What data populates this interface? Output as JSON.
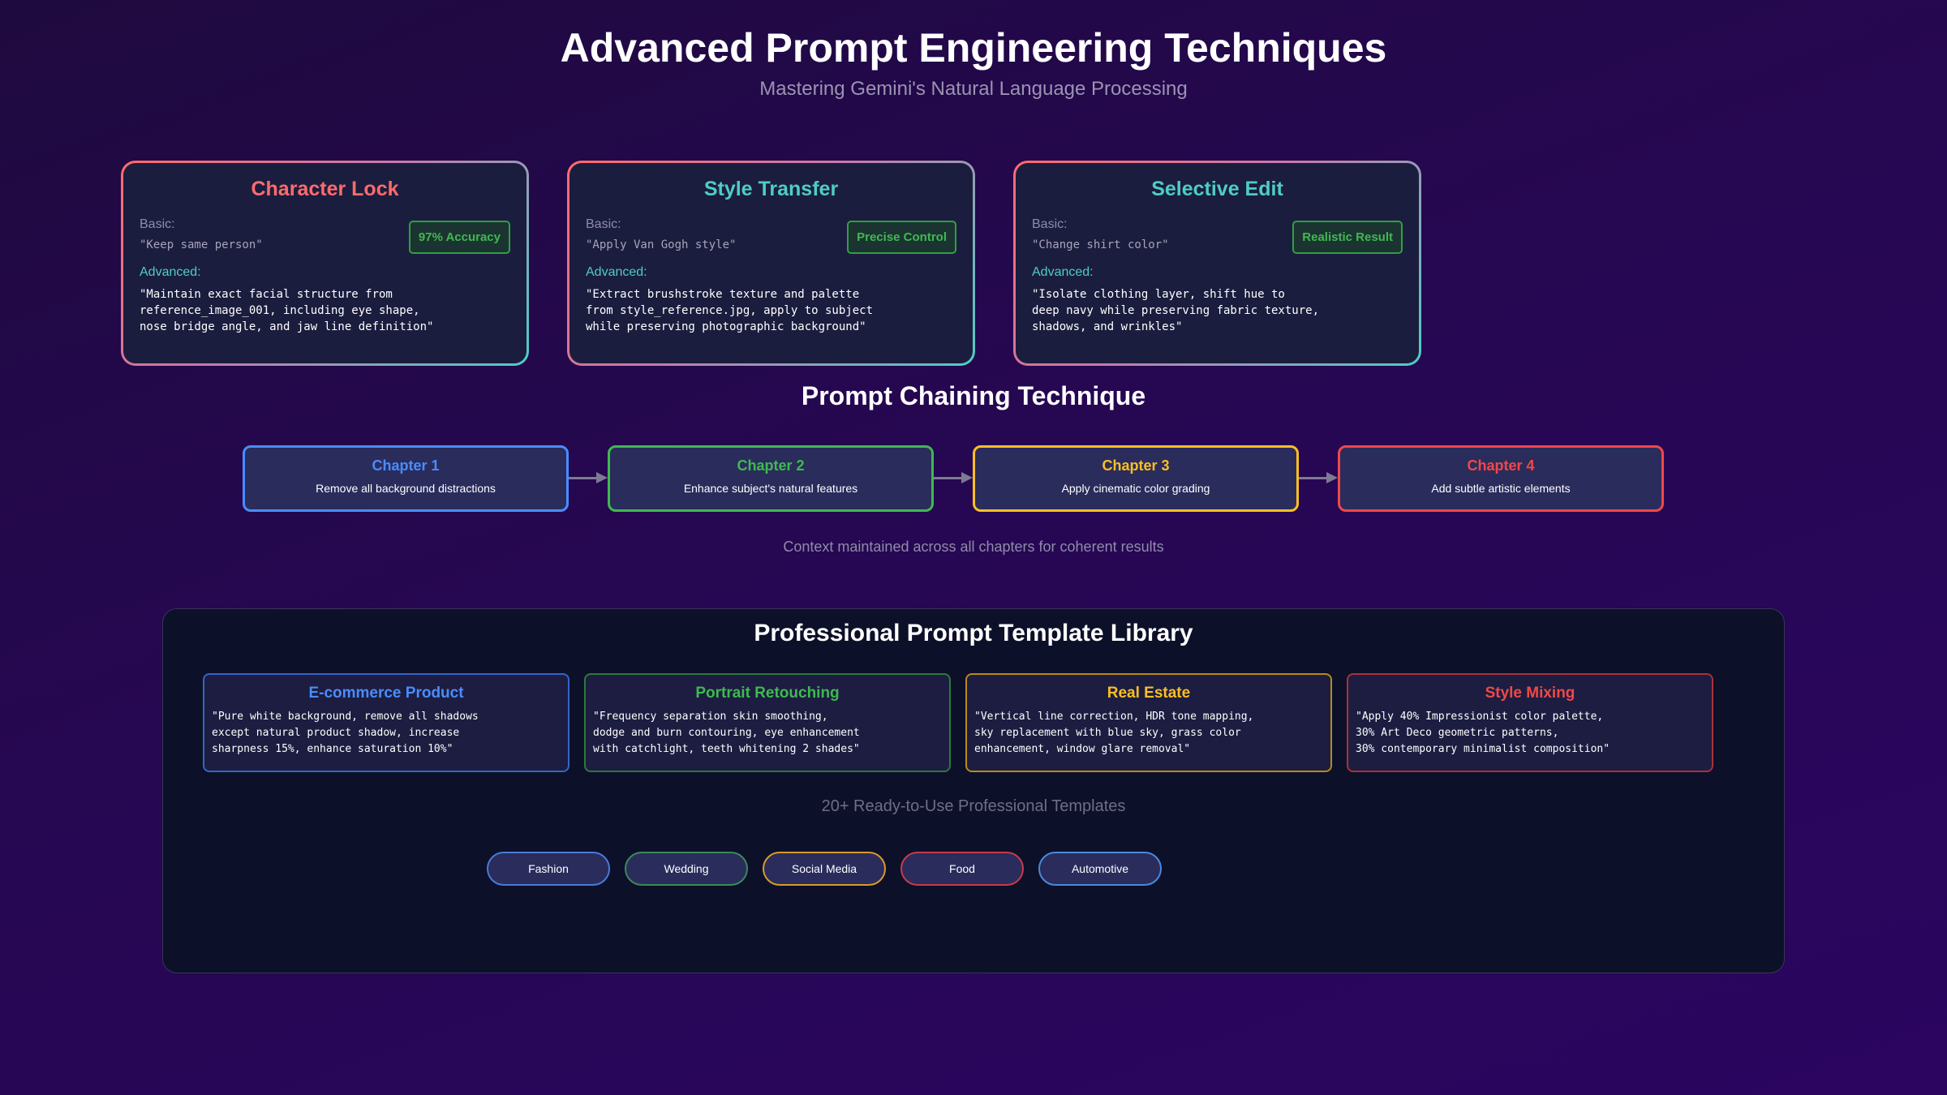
{
  "header": {
    "title": "Advanced Prompt Engineering Techniques",
    "subtitle": "Mastering Gemini's Natural Language Processing"
  },
  "techniques": [
    {
      "title": "Character Lock",
      "title_color": "#ff6b6b",
      "basic_label": "Basic:",
      "basic_text": "\"Keep same person\"",
      "badge": "97% Accuracy",
      "advanced_label": "Advanced:",
      "advanced_text": "\"Maintain exact facial structure from\nreference_image_001, including eye shape,\nnose bridge angle, and jaw line definition\""
    },
    {
      "title": "Style Transfer",
      "title_color": "#4ecdc4",
      "basic_label": "Basic:",
      "basic_text": "\"Apply Van Gogh style\"",
      "badge": "Precise Control",
      "advanced_label": "Advanced:",
      "advanced_text": "\"Extract brushstroke texture and palette\nfrom style_reference.jpg, apply to subject\nwhile preserving photographic background\""
    },
    {
      "title": "Selective Edit",
      "title_color": "#4ecdc4",
      "basic_label": "Basic:",
      "basic_text": "\"Change shirt color\"",
      "badge": "Realistic Result",
      "advanced_label": "Advanced:",
      "advanced_text": "\"Isolate clothing layer, shift hue to\ndeep navy while preserving fabric texture,\nshadows, and wrinkles\""
    }
  ],
  "chaining": {
    "title": "Prompt Chaining Technique",
    "chapters": [
      {
        "title": "Chapter 1",
        "desc": "Remove all background distractions",
        "color": "#4a8cff"
      },
      {
        "title": "Chapter 2",
        "desc": "Enhance subject's natural features",
        "color": "#3fb950"
      },
      {
        "title": "Chapter 3",
        "desc": "Apply cinematic color grading",
        "color": "#fbbf24"
      },
      {
        "title": "Chapter 4",
        "desc": "Add subtle artistic elements",
        "color": "#f04848"
      }
    ],
    "note": "Context maintained across all chapters for coherent results"
  },
  "library": {
    "title": "Professional Prompt Template Library",
    "templates": [
      {
        "title": "E-commerce Product",
        "color": "#4a8cff",
        "border": "#3266c8",
        "text": "\"Pure white background, remove all shadows\nexcept natural product shadow, increase\nsharpness 15%, enhance saturation 10%\""
      },
      {
        "title": "Portrait Retouching",
        "color": "#3fb950",
        "border": "#2b7a3d",
        "text": "\"Frequency separation skin smoothing,\ndodge and burn contouring, eye enhancement\nwith catchlight, teeth whitening 2 shades\""
      },
      {
        "title": "Real Estate",
        "color": "#fbbf24",
        "border": "#b98a15",
        "text": "\"Vertical line correction, HDR tone mapping,\nsky replacement with blue sky, grass color\nenhancement, window glare removal\""
      },
      {
        "title": "Style Mixing",
        "color": "#f04848",
        "border": "#a8323a",
        "text": "\"Apply 40% Impressionist color palette,\n30% Art Deco geometric patterns,\n30% contemporary minimalist composition\""
      }
    ],
    "note": "20+ Ready-to-Use Professional Templates",
    "categories": [
      {
        "label": "Fashion",
        "color": "#4a7ad8"
      },
      {
        "label": "Wedding",
        "color": "#3b8a5a"
      },
      {
        "label": "Social Media",
        "color": "#d89a2a"
      },
      {
        "label": "Food",
        "color": "#c83a4a"
      },
      {
        "label": "Automotive",
        "color": "#4a8ae0"
      }
    ]
  }
}
